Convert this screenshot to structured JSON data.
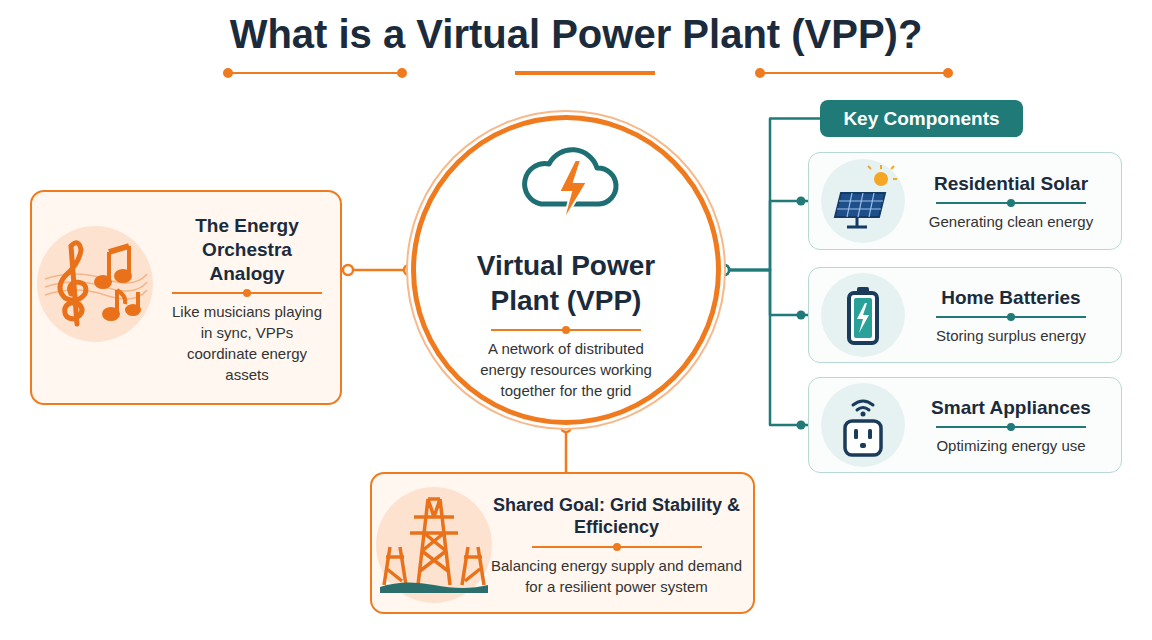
{
  "diagram": {
    "title": "What is a Virtual Power Plant (VPP)?",
    "nodes": [
      {
        "text": [
          "Virtual Power Plant (VPP)",
          "A network of distributed energy resources working together for the grid"
        ]
      },
      {
        "text": [
          "The Energy Orchestra Analogy",
          "Like musicians playing in sync, VPPs coordinate energy assets"
        ]
      },
      {
        "text": [
          "Key Components"
        ]
      },
      {
        "text": [
          "Residential Solar",
          "Generating clean energy"
        ]
      },
      {
        "text": [
          "Home Batteries",
          "Storing surplus energy"
        ]
      },
      {
        "text": [
          "Smart Appliances",
          "Optimizing energy use"
        ]
      },
      {
        "text": [
          "Shared Goal: Grid Stability & Efficiency",
          "Balancing energy supply and demand for a resilient power system"
        ]
      }
    ],
    "edges": [
      {
        "from": 0,
        "to": 1,
        "arrow": "none"
      },
      {
        "from": 0,
        "to": 2,
        "arrow": "none"
      },
      {
        "from": 0,
        "to": 3,
        "arrow": "none"
      },
      {
        "from": 0,
        "to": 4,
        "arrow": "none"
      },
      {
        "from": 0,
        "to": 5,
        "arrow": "none"
      },
      {
        "from": 0,
        "to": 6,
        "arrow": "none"
      }
    ]
  }
}
